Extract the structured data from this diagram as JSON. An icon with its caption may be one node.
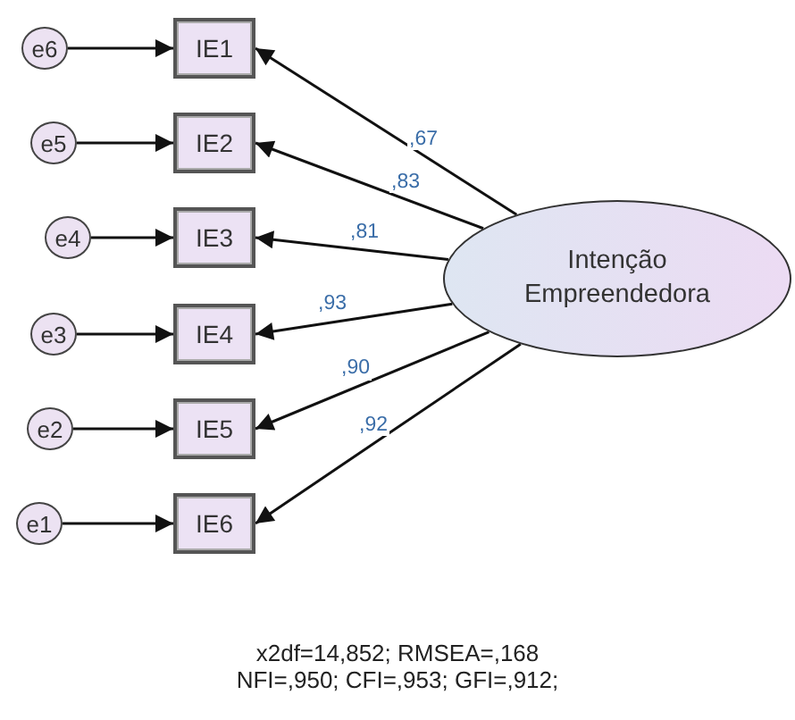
{
  "diagram": {
    "nodes": [
      {
        "text": [
          "e6"
        ]
      },
      {
        "text": [
          "e5"
        ]
      },
      {
        "text": [
          "e4"
        ]
      },
      {
        "text": [
          "e3"
        ]
      },
      {
        "text": [
          "e2"
        ]
      },
      {
        "text": [
          "e1"
        ]
      },
      {
        "text": [
          "IE1"
        ]
      },
      {
        "text": [
          "IE2"
        ]
      },
      {
        "text": [
          "IE3"
        ]
      },
      {
        "text": [
          "IE4"
        ]
      },
      {
        "text": [
          "IE5"
        ]
      },
      {
        "text": [
          "IE6"
        ]
      },
      {
        "text": [
          "Intenção Empreendedora"
        ]
      }
    ],
    "edges": [
      {
        "from": 0,
        "to": 6,
        "arrow": "to"
      },
      {
        "from": 1,
        "to": 7,
        "arrow": "to"
      },
      {
        "from": 2,
        "to": 8,
        "arrow": "to"
      },
      {
        "from": 3,
        "to": 9,
        "arrow": "to"
      },
      {
        "from": 4,
        "to": 10,
        "arrow": "to"
      },
      {
        "from": 5,
        "to": 11,
        "arrow": "to"
      },
      {
        "from": 12,
        "to": 6,
        "arrow": "to",
        "label": ",67"
      },
      {
        "from": 12,
        "to": 7,
        "arrow": "to",
        "label": ",83"
      },
      {
        "from": 12,
        "to": 8,
        "arrow": "to",
        "label": ",81"
      },
      {
        "from": 12,
        "to": 9,
        "arrow": "to",
        "label": ",93"
      },
      {
        "from": 12,
        "to": 10,
        "arrow": "to",
        "label": ",90"
      },
      {
        "from": 12,
        "to": 11,
        "arrow": "to",
        "label": ",92"
      }
    ],
    "labels": [
      "x2df=14,852; RMSEA=,168",
      "NFI=,950; CFI=,953; GFI=,912;"
    ]
  }
}
